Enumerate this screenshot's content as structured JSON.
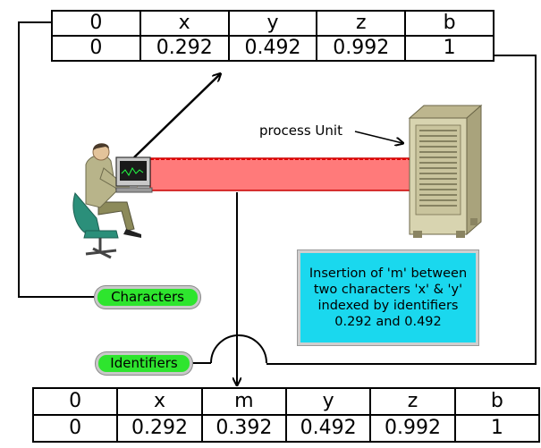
{
  "top_table": {
    "header": [
      "0",
      "x",
      "y",
      "z",
      "b"
    ],
    "values": [
      "0",
      "0.292",
      "0.492",
      "0.992",
      "1"
    ]
  },
  "bottom_table": {
    "header": [
      "0",
      "x",
      "m",
      "y",
      "z",
      "b"
    ],
    "values": [
      "0",
      "0.292",
      "0.392",
      "0.492",
      "0.992",
      "1"
    ]
  },
  "labels": {
    "process_unit": "process Unit",
    "characters": "Characters",
    "identifiers": "Identifiers"
  },
  "note": {
    "lines": [
      "Insertion of 'm' between",
      "two characters 'x' & 'y'",
      "indexed by identifiers",
      "0.292 and 0.492"
    ]
  },
  "colors": {
    "pipe_fill": "#ff7a7a",
    "pipe_edge": "#e00000",
    "pill_green": "#2ee52e",
    "note_cyan": "#1ad8ee",
    "server_body": "#d8d4b0"
  },
  "icons": {
    "user": "user-at-computer-icon",
    "server": "server-tower-icon"
  }
}
